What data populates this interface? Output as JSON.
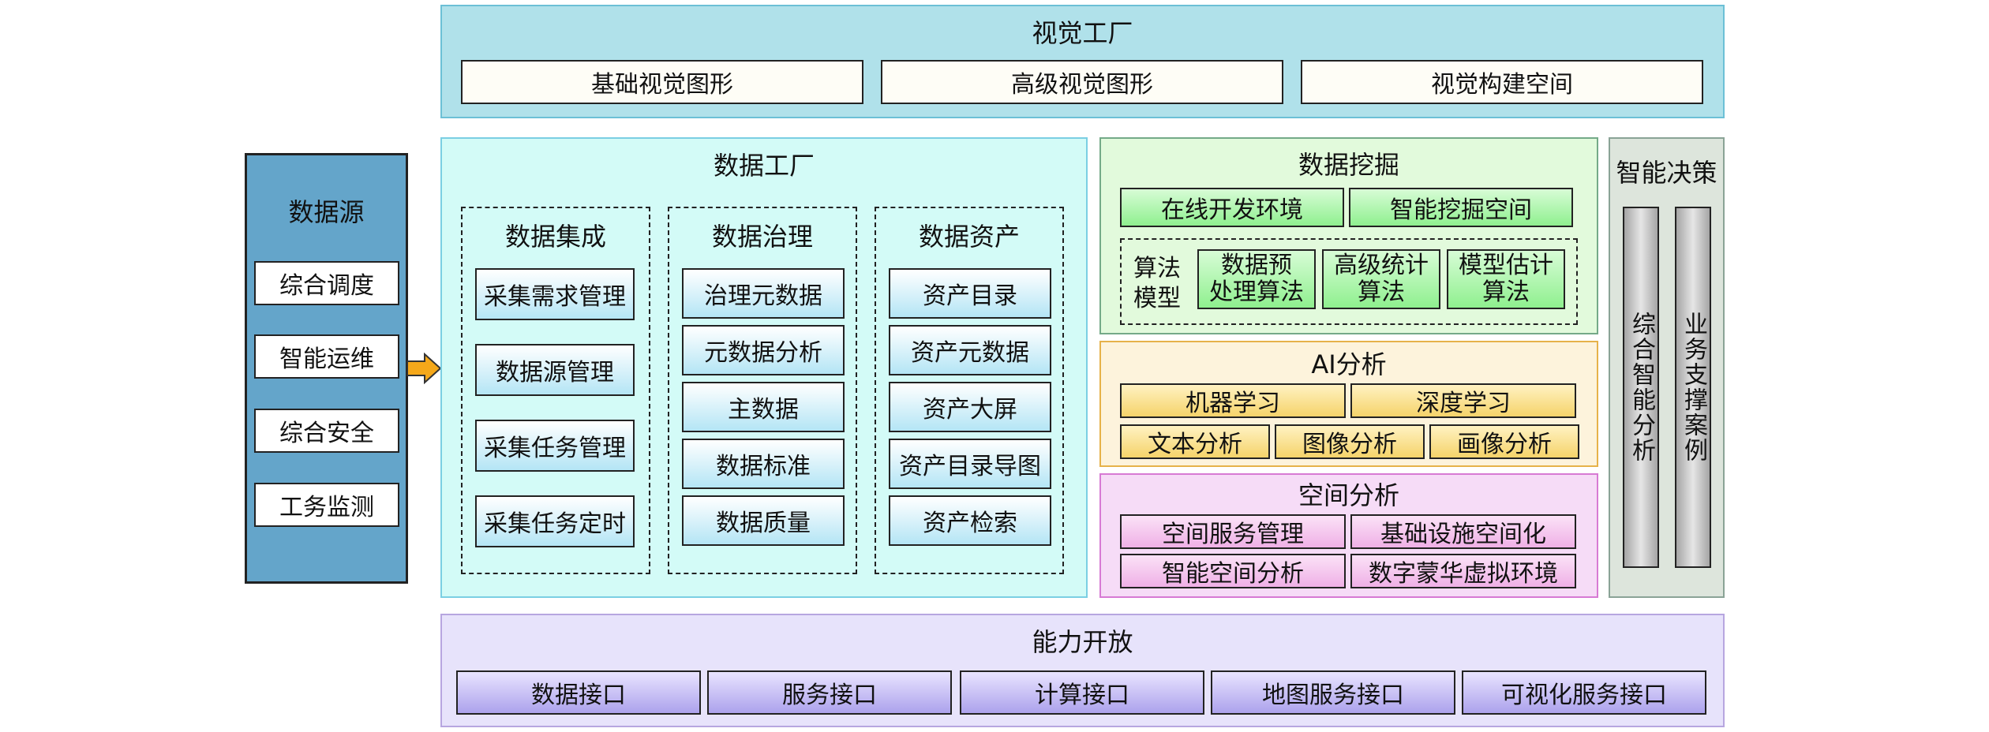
{
  "source": {
    "title": "数据源",
    "items": [
      "综合调度",
      "智能运维",
      "综合安全",
      "工务监测"
    ]
  },
  "visual_factory": {
    "title": "视觉工厂",
    "items": [
      "基础视觉图形",
      "高级视觉图形",
      "视觉构建空间"
    ]
  },
  "data_factory": {
    "title": "数据工厂",
    "groups": [
      {
        "title": "数据集成",
        "items": [
          "采集需求管理",
          "数据源管理",
          "采集任务管理",
          "采集任务定时"
        ]
      },
      {
        "title": "数据治理",
        "items": [
          "治理元数据",
          "元数据分析",
          "主数据",
          "数据标准",
          "数据质量"
        ]
      },
      {
        "title": "数据资产",
        "items": [
          "资产目录",
          "资产元数据",
          "资产大屏",
          "资产目录导图",
          "资产检索"
        ]
      }
    ]
  },
  "data_mining": {
    "title": "数据挖掘",
    "items": [
      "在线开发环境",
      "智能挖掘空间"
    ],
    "algo_label_1": "算法",
    "algo_label_2": "模型",
    "algos": [
      {
        "line1": "数据预",
        "line2": "处理算法"
      },
      {
        "line1": "高级统计",
        "line2": "算法"
      },
      {
        "line1": "模型估计",
        "line2": "算法"
      }
    ]
  },
  "ai": {
    "title": "AI分析",
    "row1": [
      "机器学习",
      "深度学习"
    ],
    "row2": [
      "文本分析",
      "图像分析",
      "画像分析"
    ]
  },
  "spatial": {
    "title": "空间分析",
    "items": [
      "空间服务管理",
      "基础设施空间化",
      "智能空间分析",
      "数字蒙华虚拟环境"
    ]
  },
  "decision": {
    "title": "智能决策",
    "bars": [
      "综合智能分析",
      "业务支撑案例"
    ]
  },
  "open": {
    "title": "能力开放",
    "items": [
      "数据接口",
      "服务接口",
      "计算接口",
      "地图服务接口",
      "可视化服务接口"
    ]
  },
  "colors": {
    "source": "#64a5ca",
    "visual": "#b0e1ea",
    "data_factory": "#d3fbf7",
    "mining": "#e2fadc",
    "ai": "#fdf3dc",
    "spatial": "#f6dcf7",
    "decision": "#dde5dc",
    "open": "#e7e3fb",
    "arrow": "#f5a81a"
  }
}
